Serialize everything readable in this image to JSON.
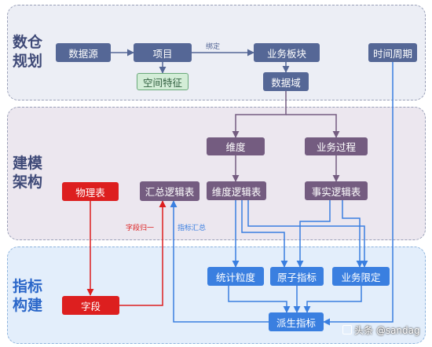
{
  "sections": {
    "planning": {
      "title_line1": "数仓",
      "title_line2": "规划"
    },
    "modeling": {
      "title_line1": "建模",
      "title_line2": "架构"
    },
    "metrics": {
      "title_line1": "指标",
      "title_line2": "构建"
    }
  },
  "nodes": {
    "data_source": "数据源",
    "project": "项目",
    "spatial_feature": "空间特征",
    "business_block": "业务板块",
    "data_domain": "数据域",
    "time_period": "时间周期",
    "dimension": "维度",
    "business_process": "业务过程",
    "physical_table": "物理表",
    "summary_logic_table": "汇总逻辑表",
    "dimension_logic_table": "维度逻辑表",
    "fact_logic_table": "事实逻辑表",
    "field": "字段",
    "stat_granularity": "统计粒度",
    "atomic_metric": "原子指标",
    "business_limit": "业务限定",
    "derived_metric": "派生指标"
  },
  "edge_labels": {
    "bind": "绑定",
    "field_merge": "字段归一",
    "metric_summary": "指标汇总"
  },
  "watermark": "头条 @sandag",
  "colors": {
    "navy": "#556796",
    "purple": "#745c80",
    "blue": "#3a7fe0",
    "red": "#dd1f1f",
    "green": "#d3edd7"
  }
}
